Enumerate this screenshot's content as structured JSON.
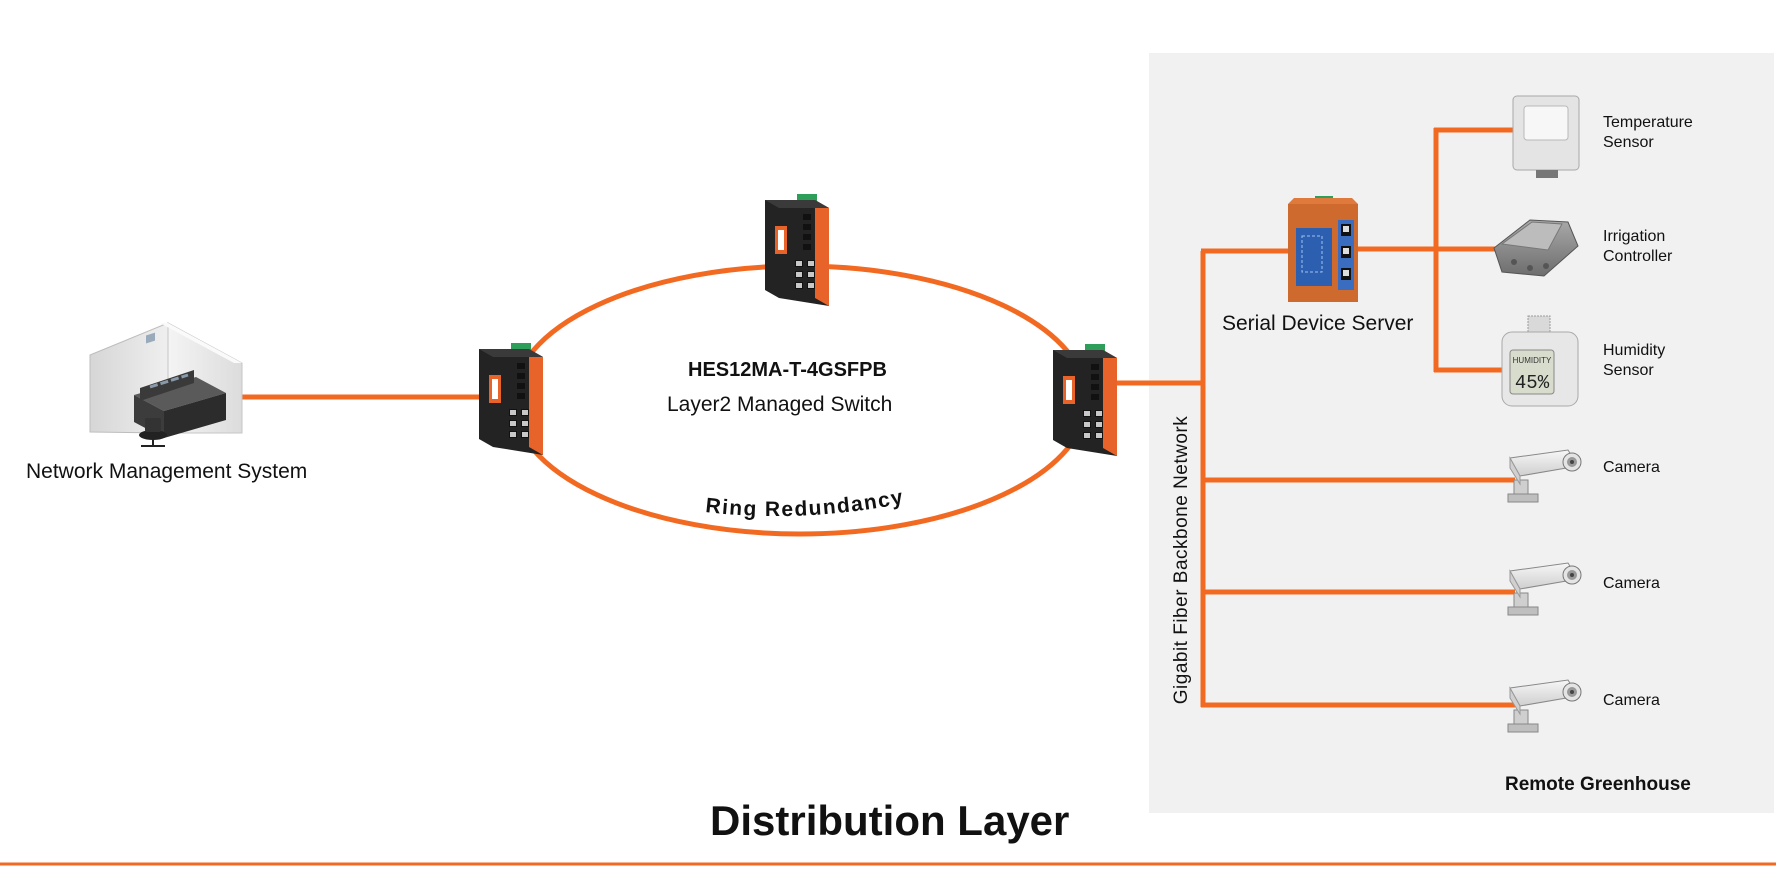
{
  "diagram": {
    "layer_title": "Distribution Layer",
    "nms_label": "Network Management System",
    "switch_model": "HES12MA-T-4GSFPB",
    "switch_type": "Layer2 Managed Switch",
    "ring_label": "Ring Redundancy",
    "backbone_label": "Gigabit Fiber Backbone Network",
    "serial_server_label": "Serial Device Server",
    "greenhouse_label": "Remote Greenhouse",
    "devices": {
      "temperature": [
        "Temperature",
        "Sensor"
      ],
      "irrigation": [
        "Irrigation",
        "Controller"
      ],
      "humidity": [
        "Humidity",
        "Sensor"
      ],
      "camera1": "Camera",
      "camera2": "Camera",
      "camera3": "Camera"
    },
    "humidity_display": {
      "header": "HUMIDITY",
      "value": "45%"
    },
    "colors": {
      "link": "#f26a21",
      "panel": "#f1f1f1",
      "switch_body": "#2b2b2b",
      "switch_face": "#e8632a"
    }
  }
}
